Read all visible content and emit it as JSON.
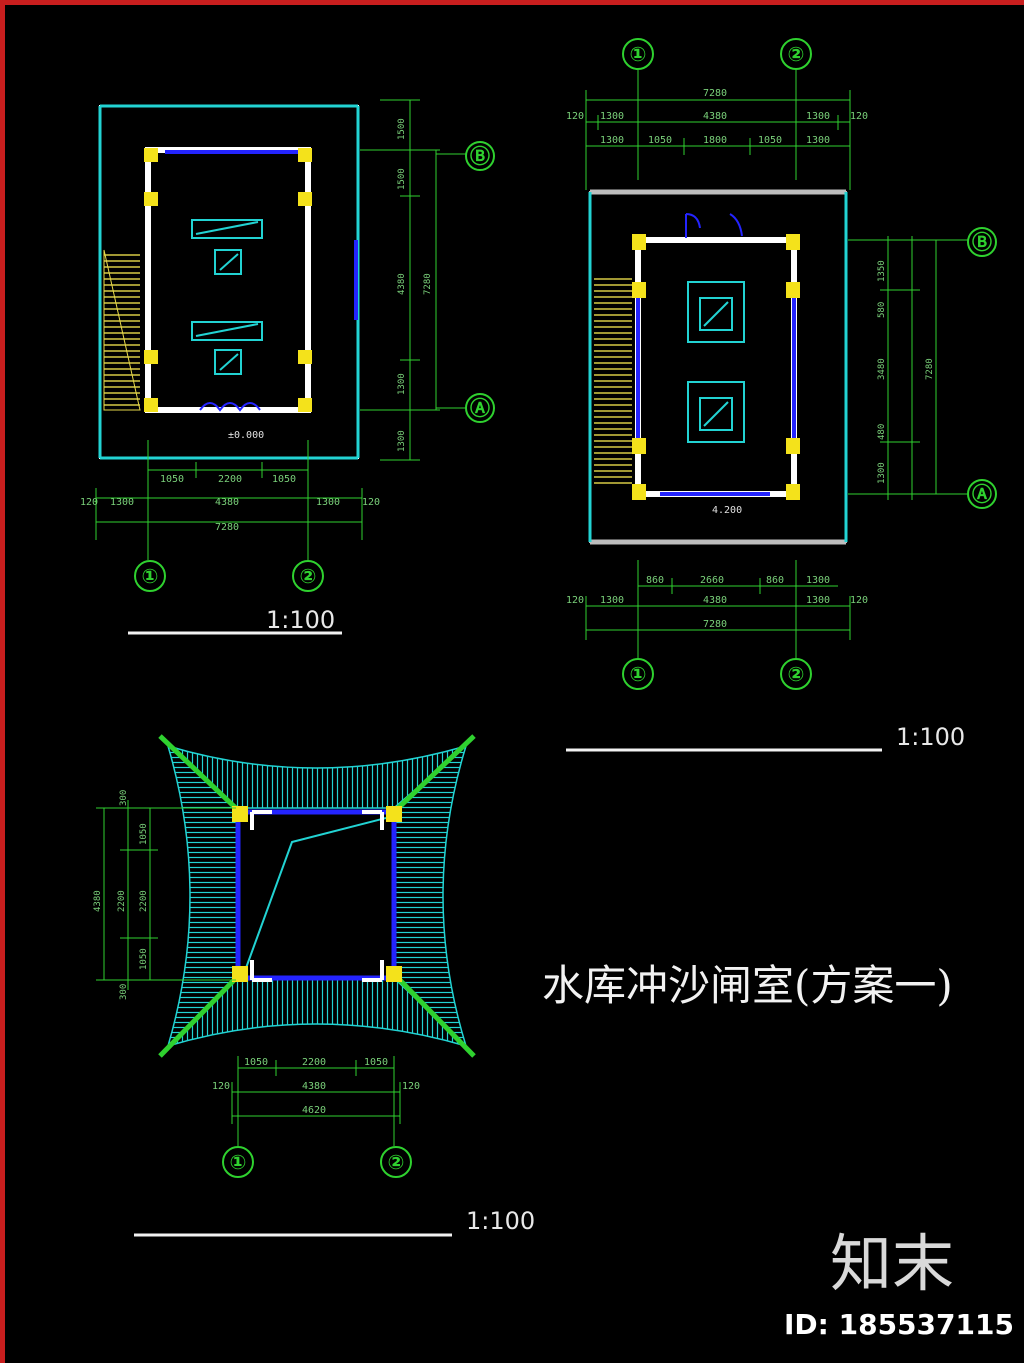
{
  "title": "水库冲沙闸室(方案一)",
  "watermark": {
    "logo": "知末",
    "id": "ID: 185537115"
  },
  "colors": {
    "frame": "#c81e1e",
    "dim": "#2fd12f",
    "wall": "#ffffff",
    "column": "#f4e21b",
    "window": "#2424ff",
    "cyan": "#22d3d3",
    "stair": "#e6d84a"
  },
  "plan1": {
    "scale": "1:100",
    "axes_x": [
      "①",
      "②"
    ],
    "axes_y": [
      "Ⓑ",
      "Ⓐ"
    ],
    "dims_bottom_1": [
      "1050",
      "2200",
      "1050"
    ],
    "dims_bottom_2": [
      "120",
      "1300",
      "4380",
      "1300",
      "120"
    ],
    "dims_bottom_3": "7280",
    "dims_right": [
      "1500",
      "1500",
      "4380",
      "1300",
      "1300"
    ],
    "dims_right_total": "7280",
    "elevation": "±0.000"
  },
  "plan2": {
    "scale": "1:100",
    "axes_x": [
      "①",
      "②"
    ],
    "axes_y": [
      "Ⓑ",
      "Ⓐ"
    ],
    "dims_top_1": "7280",
    "dims_top_2": [
      "120",
      "1300",
      "4380",
      "1300",
      "120"
    ],
    "dims_top_3": [
      "1300",
      "1050",
      "1800",
      "1050",
      "1300"
    ],
    "dims_bottom_1": [
      "860",
      "2660",
      "860",
      "1300"
    ],
    "dims_bottom_2": [
      "120",
      "1300",
      "4380",
      "1300",
      "120"
    ],
    "dims_bottom_3": "7280",
    "dims_right": [
      "1350",
      "580",
      "3480",
      "480",
      "1300"
    ],
    "dims_right_total": "7280",
    "elevation": "4.200"
  },
  "plan3": {
    "scale": "1:100",
    "axes_x": [
      "①",
      "②"
    ],
    "dims_bottom_1": [
      "1050",
      "2200",
      "1050"
    ],
    "dims_bottom_2": [
      "120",
      "4380",
      "120"
    ],
    "dims_bottom_3": "4620",
    "dims_left": [
      "300",
      "1050",
      "2200",
      "1050",
      "300"
    ],
    "dims_left_total": "4380"
  }
}
